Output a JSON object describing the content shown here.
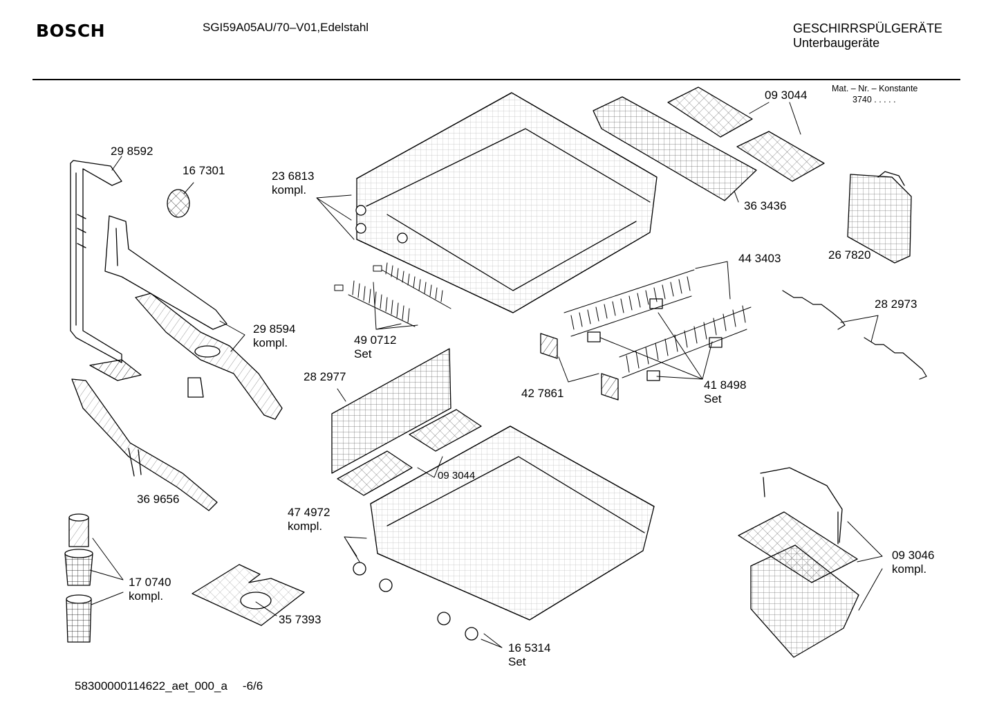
{
  "header": {
    "brand": "BOSCH",
    "model": "SGI59A05AU/70–V01,Edelstahl",
    "category": "GESCHIRRSPÜLGERÄTE",
    "subcategory": "Unterbaugeräte"
  },
  "material_note": {
    "title": "Mat. – Nr. – Konstante",
    "value": "3740  .  .  .  .  ."
  },
  "parts": [
    {
      "number": "29 8592"
    },
    {
      "number": "16 7301"
    },
    {
      "number": "23 6813",
      "note": "kompl."
    },
    {
      "number": "09 3044"
    },
    {
      "number": "36 3436"
    },
    {
      "number": "26 7820"
    },
    {
      "number": "44 3403"
    },
    {
      "number": "28 2973"
    },
    {
      "number": "29 8594",
      "note": "kompl."
    },
    {
      "number": "49 0712",
      "note": "Set"
    },
    {
      "number": "28 2977"
    },
    {
      "number": "42 7861"
    },
    {
      "number": "41 8498",
      "note": "Set"
    },
    {
      "number": "09 3044"
    },
    {
      "number": "36 9656"
    },
    {
      "number": "47 4972",
      "note": "kompl."
    },
    {
      "number": "09 3046",
      "note": "kompl."
    },
    {
      "number": "17 0740",
      "note": "kompl."
    },
    {
      "number": "35 7393"
    },
    {
      "number": "16 5314",
      "note": "Set"
    }
  ],
  "footer": {
    "document_id": "58300000114622_aet_000_a",
    "page": "-6/6"
  }
}
